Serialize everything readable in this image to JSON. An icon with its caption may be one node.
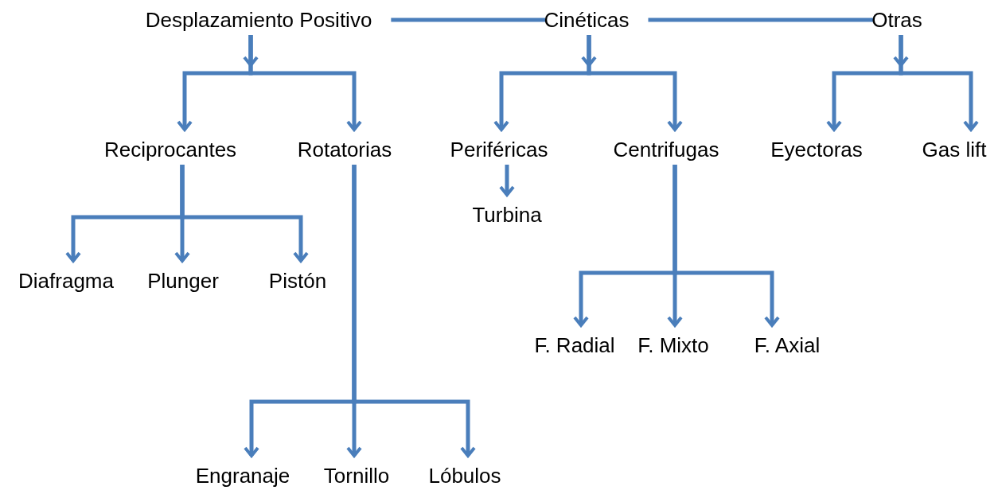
{
  "diagram": {
    "nodes": [
      {
        "text": [
          "Desplazamiento Positivo"
        ]
      },
      {
        "text": [
          "Cinéticas"
        ]
      },
      {
        "text": [
          "Otras"
        ]
      },
      {
        "text": [
          "Reciprocantes"
        ]
      },
      {
        "text": [
          "Rotatorias"
        ]
      },
      {
        "text": [
          "Periféricas"
        ]
      },
      {
        "text": [
          "Centrifugas"
        ]
      },
      {
        "text": [
          "Eyectoras"
        ]
      },
      {
        "text": [
          "Gas lift"
        ]
      },
      {
        "text": [
          "Turbina"
        ]
      },
      {
        "text": [
          "Diafragma"
        ]
      },
      {
        "text": [
          "Plunger"
        ]
      },
      {
        "text": [
          "Pistón"
        ]
      },
      {
        "text": [
          "F. Radial"
        ]
      },
      {
        "text": [
          "F. Mixto"
        ]
      },
      {
        "text": [
          "F. Axial"
        ]
      },
      {
        "text": [
          "Engranaje"
        ]
      },
      {
        "text": [
          "Tornillo"
        ]
      },
      {
        "text": [
          "Lóbulos"
        ]
      }
    ],
    "edges": [
      {
        "from": 0,
        "to": 1,
        "arrow": "none"
      },
      {
        "from": 1,
        "to": 2,
        "arrow": "none"
      },
      {
        "from": 0,
        "to": 3,
        "arrow": "to"
      },
      {
        "from": 0,
        "to": 4,
        "arrow": "to"
      },
      {
        "from": 1,
        "to": 5,
        "arrow": "to"
      },
      {
        "from": 1,
        "to": 6,
        "arrow": "to"
      },
      {
        "from": 2,
        "to": 7,
        "arrow": "to"
      },
      {
        "from": 2,
        "to": 8,
        "arrow": "to"
      },
      {
        "from": 5,
        "to": 9,
        "arrow": "to"
      },
      {
        "from": 3,
        "to": 10,
        "arrow": "to"
      },
      {
        "from": 3,
        "to": 11,
        "arrow": "to"
      },
      {
        "from": 3,
        "to": 12,
        "arrow": "to"
      },
      {
        "from": 6,
        "to": 13,
        "arrow": "to"
      },
      {
        "from": 6,
        "to": 14,
        "arrow": "to"
      },
      {
        "from": 6,
        "to": 15,
        "arrow": "to"
      },
      {
        "from": 4,
        "to": 16,
        "arrow": "to"
      },
      {
        "from": 4,
        "to": 17,
        "arrow": "to"
      },
      {
        "from": 4,
        "to": 18,
        "arrow": "to"
      }
    ]
  }
}
